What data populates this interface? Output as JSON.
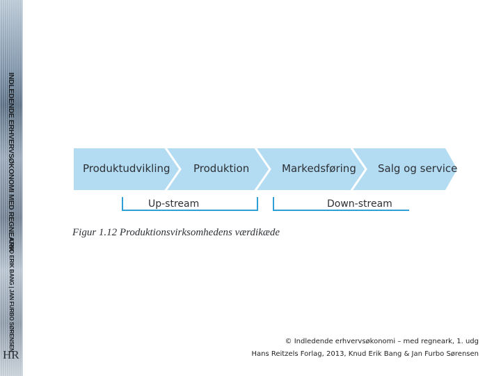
{
  "spine": {
    "title": "INDLEDENDE ERHVERVSØKONOMI MED REGNEARK",
    "authors": "KNUD ERIK BANG | JAN FURBO SØRENSEN",
    "logo": "HR"
  },
  "diagram": {
    "stages": [
      {
        "label": "Produktudvikling"
      },
      {
        "label": "Produktion"
      },
      {
        "label": "Markedsføring"
      },
      {
        "label": "Salg og service"
      }
    ],
    "streams": [
      {
        "label": "Up-stream"
      },
      {
        "label": "Down-stream"
      }
    ],
    "colors": {
      "stage_fill": "#b3dcf2",
      "chevron_line": "#ffffff",
      "bracket": "#2f9fd8"
    },
    "caption": "Figur 1.12 Produktionsvirksomhedens værdikæde"
  },
  "footer": {
    "line1": "© Indledende erhvervsøkonomi – med regneark, 1. udg",
    "line2": "Hans Reitzels Forlag, 2013, Knud Erik Bang & Jan Furbo Sørensen"
  }
}
